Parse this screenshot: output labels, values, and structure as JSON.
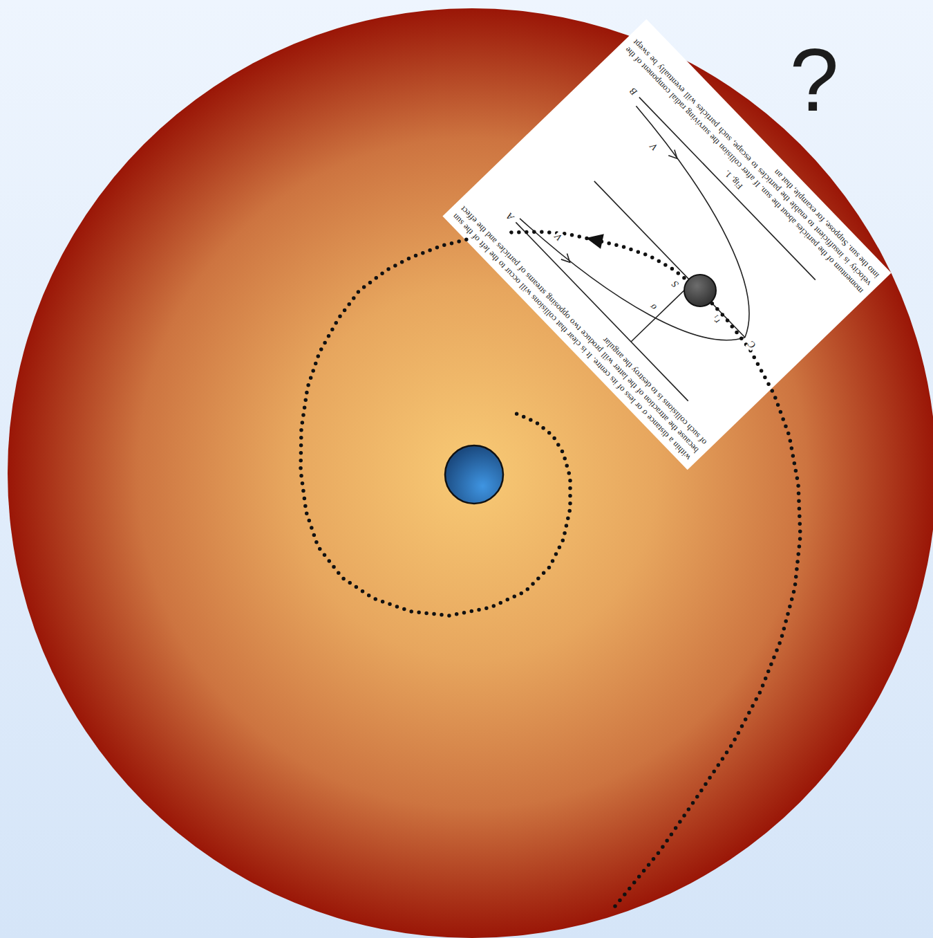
{
  "diagram": {
    "nodes": [
      {
        "text": [
          "within a distance σ or less of its centre. It is clear that collisions will occur to the left of the sun because the attraction of the latter will produce two opposing streams of particles and the effect of such collisions is to destroy the angular",
          "A",
          "V",
          "σ",
          "S",
          "r₁",
          "C",
          "V",
          "B",
          "Fig. 1.",
          "momentum of the particles about the sun. If after collision the surviving radial component of the velocity is insufficient to enable the particles to escape, such particles will eventually be swept into the sun. Suppose, for example, that an"
        ]
      }
    ],
    "labels": [
      "?"
    ]
  }
}
